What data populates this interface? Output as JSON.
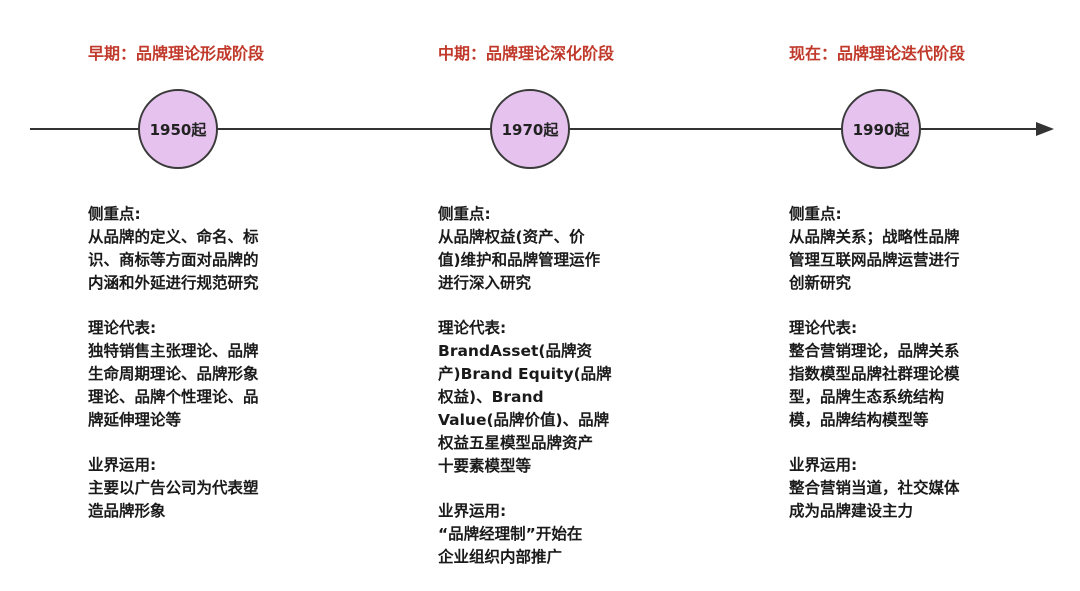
{
  "stages": [
    {
      "title": "早期：品牌理论形成阶段",
      "year": "1950起",
      "focus_label": "侧重点:",
      "focus_lines": [
        "从品牌的定义、命名、标",
        "识、商标等方面对品牌的",
        "内涵和外延进行规范研究"
      ],
      "theory_label": "理论代表:",
      "theory_lines": [
        "独特销售主张理论、品牌",
        "生命周期理论、品牌形象",
        "理论、品牌个性理论、品",
        "牌延伸理论等"
      ],
      "industry_label": "业界运用:",
      "industry_lines": [
        "主要以广告公司为代表塑",
        "造品牌形象"
      ]
    },
    {
      "title": "中期：品牌理论深化阶段",
      "year": "1970起",
      "focus_label": "侧重点:",
      "focus_lines": [
        "从品牌权益(资产、价",
        "值)维护和品牌管理运作",
        "进行深入研究"
      ],
      "theory_label": "理论代表:",
      "theory_lines": [
        "BrandAsset(品牌资",
        "产)Brand Equity(品牌",
        "权益)、Brand",
        "Value(品牌价值)、品牌",
        "权益五星模型品牌资产",
        "十要素模型等"
      ],
      "industry_label": "业界运用:",
      "industry_lines": [
        "“品牌经理制”开始在",
        "企业组织内部推广"
      ]
    },
    {
      "title": "现在：品牌理论迭代阶段",
      "year": "1990起",
      "focus_label": "侧重点:",
      "focus_lines": [
        "从品牌关系；战略性品牌",
        "管理互联网品牌运营进行",
        "创新研究"
      ],
      "theory_label": "理论代表:",
      "theory_lines": [
        "整合营销理论，品牌关系",
        "指数模型品牌社群理论模",
        "型，品牌生态系统结构",
        "模，品牌结构模型等"
      ],
      "industry_label": "业界运用:",
      "industry_lines": [
        "整合营销当道，社交媒体",
        "成为品牌建设主力"
      ]
    }
  ],
  "colors": {
    "title": "#c0392b",
    "node_fill": "#e6c3ef",
    "line": "#333333"
  }
}
